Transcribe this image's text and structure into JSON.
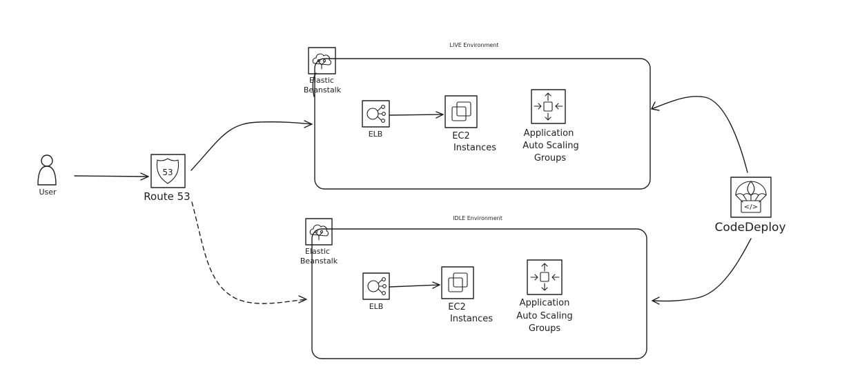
{
  "user": {
    "label": "User"
  },
  "route53": {
    "label": "Route 53",
    "badge": "53"
  },
  "live": {
    "title": "LIVE Environment",
    "beanstalk": {
      "line1": "Elastic",
      "line2": "Beanstalk"
    },
    "elb": "ELB",
    "ec2": {
      "line1": "EC2",
      "line2": "Instances"
    },
    "asg": {
      "line1": "Application",
      "line2": "Auto Scaling",
      "line3": "Groups"
    }
  },
  "idle": {
    "title": "IDLE Environment",
    "beanstalk": {
      "line1": "Elastic",
      "line2": "Beanstalk"
    },
    "elb": "ELB",
    "ec2": {
      "line1": "EC2",
      "line2": "Instances"
    },
    "asg": {
      "line1": "Application",
      "line2": "Auto Scaling",
      "line3": "Groups"
    }
  },
  "codedeploy": {
    "label": "CodeDeploy",
    "badge": "</>"
  },
  "colors": {
    "live_fill": "#e7f5ff",
    "live_hatch": "#a5d8ff",
    "idle_fill": "#ebfbee",
    "idle_hatch": "#b2f2bb",
    "purple_fill": "#d0bfff",
    "orange_fill": "#ffd8a8",
    "pink_fill": "#fcc2d7",
    "ink": "#1e1e1e"
  }
}
